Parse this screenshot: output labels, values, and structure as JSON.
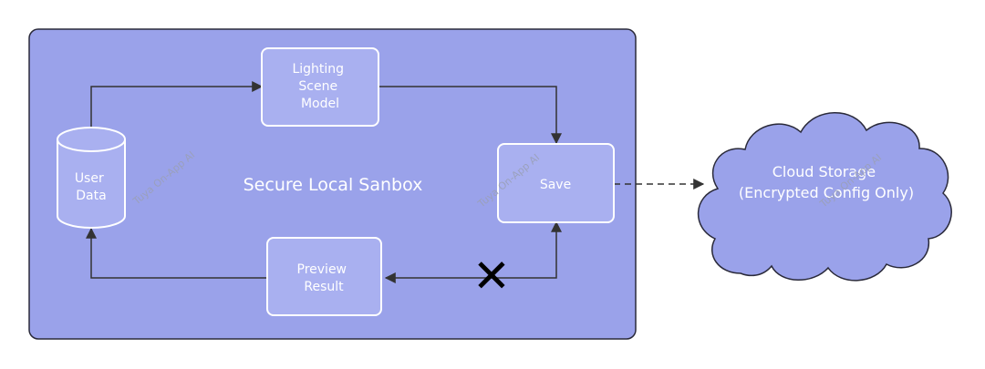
{
  "diagram": {
    "sandbox_label": "Secure Local Sanbox",
    "nodes": {
      "user_data": [
        "User",
        "Data"
      ],
      "lighting_model": [
        "Lighting",
        "Scene",
        "Model"
      ],
      "save": "Save",
      "preview": [
        "Preview",
        "Result"
      ],
      "cloud": [
        "Cloud Storage",
        "(Encrypted Config Only)"
      ]
    },
    "blocked_marker": "✕",
    "watermark": "Tuya On-App AI"
  },
  "colors": {
    "sandbox_fill": "#9aa2ea",
    "sandbox_border": "#2a2a3a",
    "node_fill": "#a9b0f0",
    "node_border": "#ffffff",
    "cloud_fill": "#9aa2ea",
    "arrow": "#333333"
  }
}
